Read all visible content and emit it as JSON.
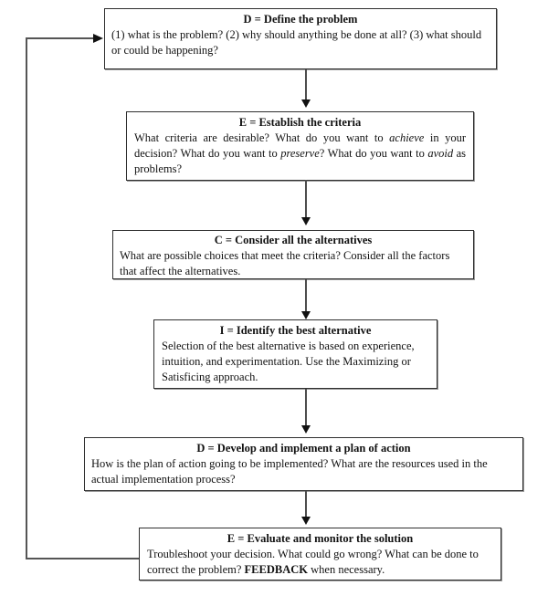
{
  "flowchart": {
    "boxes": [
      {
        "id": "define",
        "title": "D = Define the problem",
        "body": [
          {
            "text": "(1) what is the problem? (2) why should anything be done at all? (3) what should or could be happening?"
          }
        ]
      },
      {
        "id": "establish",
        "title": "E = Establish the criteria",
        "body": [
          {
            "text": "What criteria are desirable? What do you want to "
          },
          {
            "text": "achieve",
            "italic": true
          },
          {
            "text": " in your decision? What do you want to "
          },
          {
            "text": "preserve",
            "italic": true
          },
          {
            "text": "? What do you want to "
          },
          {
            "text": "avoid",
            "italic": true
          },
          {
            "text": " as problems?"
          }
        ]
      },
      {
        "id": "consider",
        "title": "C = Consider all the alternatives",
        "body": [
          {
            "text": "What are possible choices that meet the criteria? Consider all the factors that affect the alternatives."
          }
        ]
      },
      {
        "id": "identify",
        "title": "I = Identify the best alternative",
        "body": [
          {
            "text": "Selection of the best alternative is based on experience, intuition, and experimentation. Use the Maximizing or Satisficing approach."
          }
        ]
      },
      {
        "id": "develop",
        "title": "D = Develop and implement a plan of action",
        "body": [
          {
            "text": "How is the plan of action going to be implemented?  What are the resources used in the actual implementation process?"
          }
        ]
      },
      {
        "id": "evaluate",
        "title": "E = Evaluate and monitor the solution",
        "body": [
          {
            "text": "Troubleshoot your decision. What could go wrong? What can be done to correct the problem?  "
          },
          {
            "text": "FEEDBACK",
            "bold": true
          },
          {
            "text": " when necessary."
          }
        ]
      }
    ],
    "colors": {
      "background": "#ffffff",
      "box_border": "#2f2f2f",
      "connector_line": "#555555",
      "arrowhead": "#111111",
      "text": "#111111"
    }
  }
}
